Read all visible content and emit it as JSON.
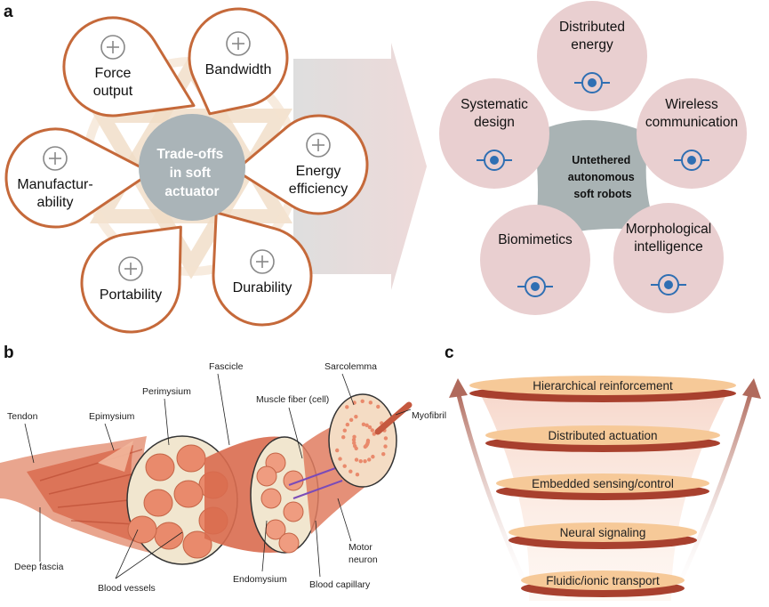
{
  "panels": {
    "a": "a",
    "b": "b",
    "c": "c"
  },
  "tradeoffs": {
    "center": [
      "Trade-offs",
      "in soft",
      "actuator"
    ],
    "items": [
      {
        "lines": [
          "Force",
          "output"
        ],
        "icon": "force-compression-icon"
      },
      {
        "lines": [
          "Bandwidth"
        ],
        "icon": "speedometer-icon"
      },
      {
        "lines": [
          "Energy",
          "efficiency"
        ],
        "icon": "energy-recycle-icon"
      },
      {
        "lines": [
          "Durability"
        ],
        "icon": "shield-hammer-icon"
      },
      {
        "lines": [
          "Portability"
        ],
        "icon": "portable-device-icon"
      },
      {
        "lines": [
          "Manufactur-",
          "ability"
        ],
        "icon": "robot-arm-computer-icon"
      }
    ]
  },
  "robots": {
    "center": [
      "Untethered",
      "autonomous",
      "soft robots"
    ],
    "items": [
      {
        "lines": [
          "Distributed",
          "energy"
        ],
        "icon": "energy-network-icon"
      },
      {
        "lines": [
          "Wireless",
          "communication"
        ],
        "icon": "wireless-antenna-icon"
      },
      {
        "lines": [
          "Morphological",
          "intelligence"
        ],
        "icon": "coiled-tentacle-icon"
      },
      {
        "lines": [
          "Biomimetics"
        ],
        "icon": "leaf-molecule-icon"
      },
      {
        "lines": [
          "Systematic",
          "design"
        ],
        "icon": "brain-gears-icon"
      }
    ]
  },
  "muscle": {
    "labels": {
      "tendon": "Tendon",
      "epimysium": "Epimysium",
      "perimysium": "Perimysium",
      "fascicle": "Fascicle",
      "muscle_fiber": "Muscle fiber (cell)",
      "sarcolemma": "Sarcolemma",
      "myofibril": "Myofibril",
      "deep_fascia": "Deep fascia",
      "blood_vessels": "Blood vessels",
      "endomysium": "Endomysium",
      "blood_capillary": "Blood capillary",
      "motor_neuron": [
        "Motor",
        "neuron"
      ]
    }
  },
  "hierarchy": {
    "layers": [
      "Hierarchical reinforcement",
      "Distributed actuation",
      "Embedded sensing/control",
      "Neural signaling",
      "Fluidic/ionic transport"
    ]
  },
  "colors": {
    "petal_stroke": "#c5693a",
    "center_gray": "#aab4b8",
    "circle_fill": "#e9cfd0",
    "robot_center": "#a9b3b4",
    "icon_blue": "#2f6fb3",
    "muscle": "#d96b4f"
  }
}
